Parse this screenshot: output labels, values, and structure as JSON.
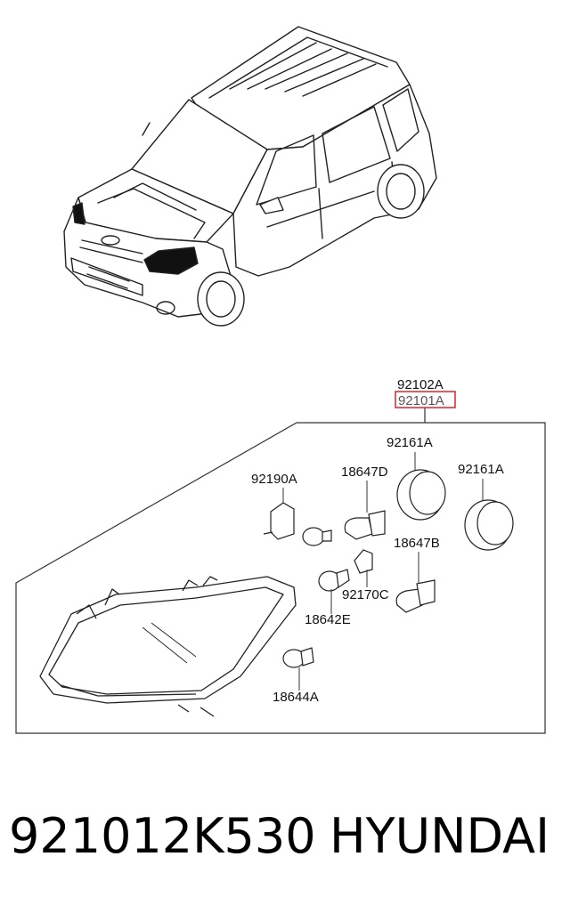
{
  "diagram": {
    "callouts": {
      "assembly_rh": "92102A",
      "assembly_lh": "92101A",
      "retainer_top": "92161A",
      "retainer_right": "92161A",
      "holder": "92190A",
      "bulb_18647D": "18647D",
      "bulb_18647B": "18647B",
      "socket_92170C": "92170C",
      "bulb_18642E": "18642E",
      "bulb_18644A": "18644A"
    },
    "highlight_color": "#d9262c"
  },
  "footer": {
    "part_number": "921012K530",
    "brand": "HYUNDAI"
  }
}
